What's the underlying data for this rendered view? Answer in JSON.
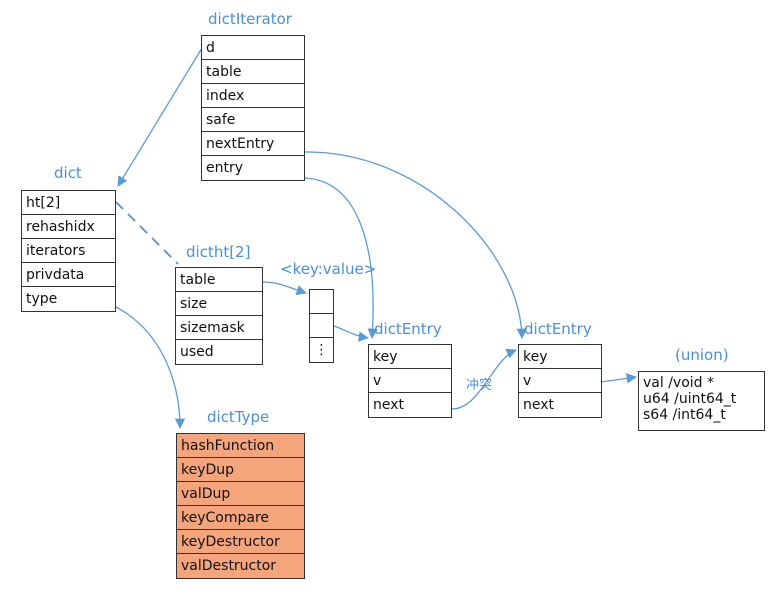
{
  "dictIterator": {
    "title": "dictIterator",
    "fields": [
      "d",
      "table",
      "index",
      "safe",
      "nextEntry",
      "entry"
    ]
  },
  "dict": {
    "title": "dict",
    "fields": [
      "ht[2]",
      "rehashidx",
      "iterators",
      "privdata",
      "type"
    ]
  },
  "dictht": {
    "title": "dictht[2]",
    "fields": [
      "table",
      "size",
      "sizemask",
      "used"
    ]
  },
  "bucket": {
    "title": "<key:value>",
    "cells": [
      "",
      "",
      "⋮"
    ]
  },
  "dictEntry1": {
    "title": "dictEntry",
    "fields": [
      "key",
      "v",
      "next"
    ]
  },
  "dictEntry2": {
    "title": "dictEntry",
    "fields": [
      "key",
      "v",
      "next"
    ]
  },
  "union": {
    "title": "(union)",
    "lines": [
      "val /void *",
      "u64 /uint64_t",
      "s64 /int64_t"
    ]
  },
  "dictType": {
    "title": "dictType",
    "fields": [
      "hashFunction",
      "keyDup",
      "valDup",
      "keyCompare",
      "keyDestructor",
      "valDestructor"
    ]
  },
  "conflict_label": "冲突",
  "colors": {
    "arrow": "#5b9bd5",
    "title": "#4a90d6",
    "dictType_fill": "#f4a57c",
    "border": "#333333"
  }
}
